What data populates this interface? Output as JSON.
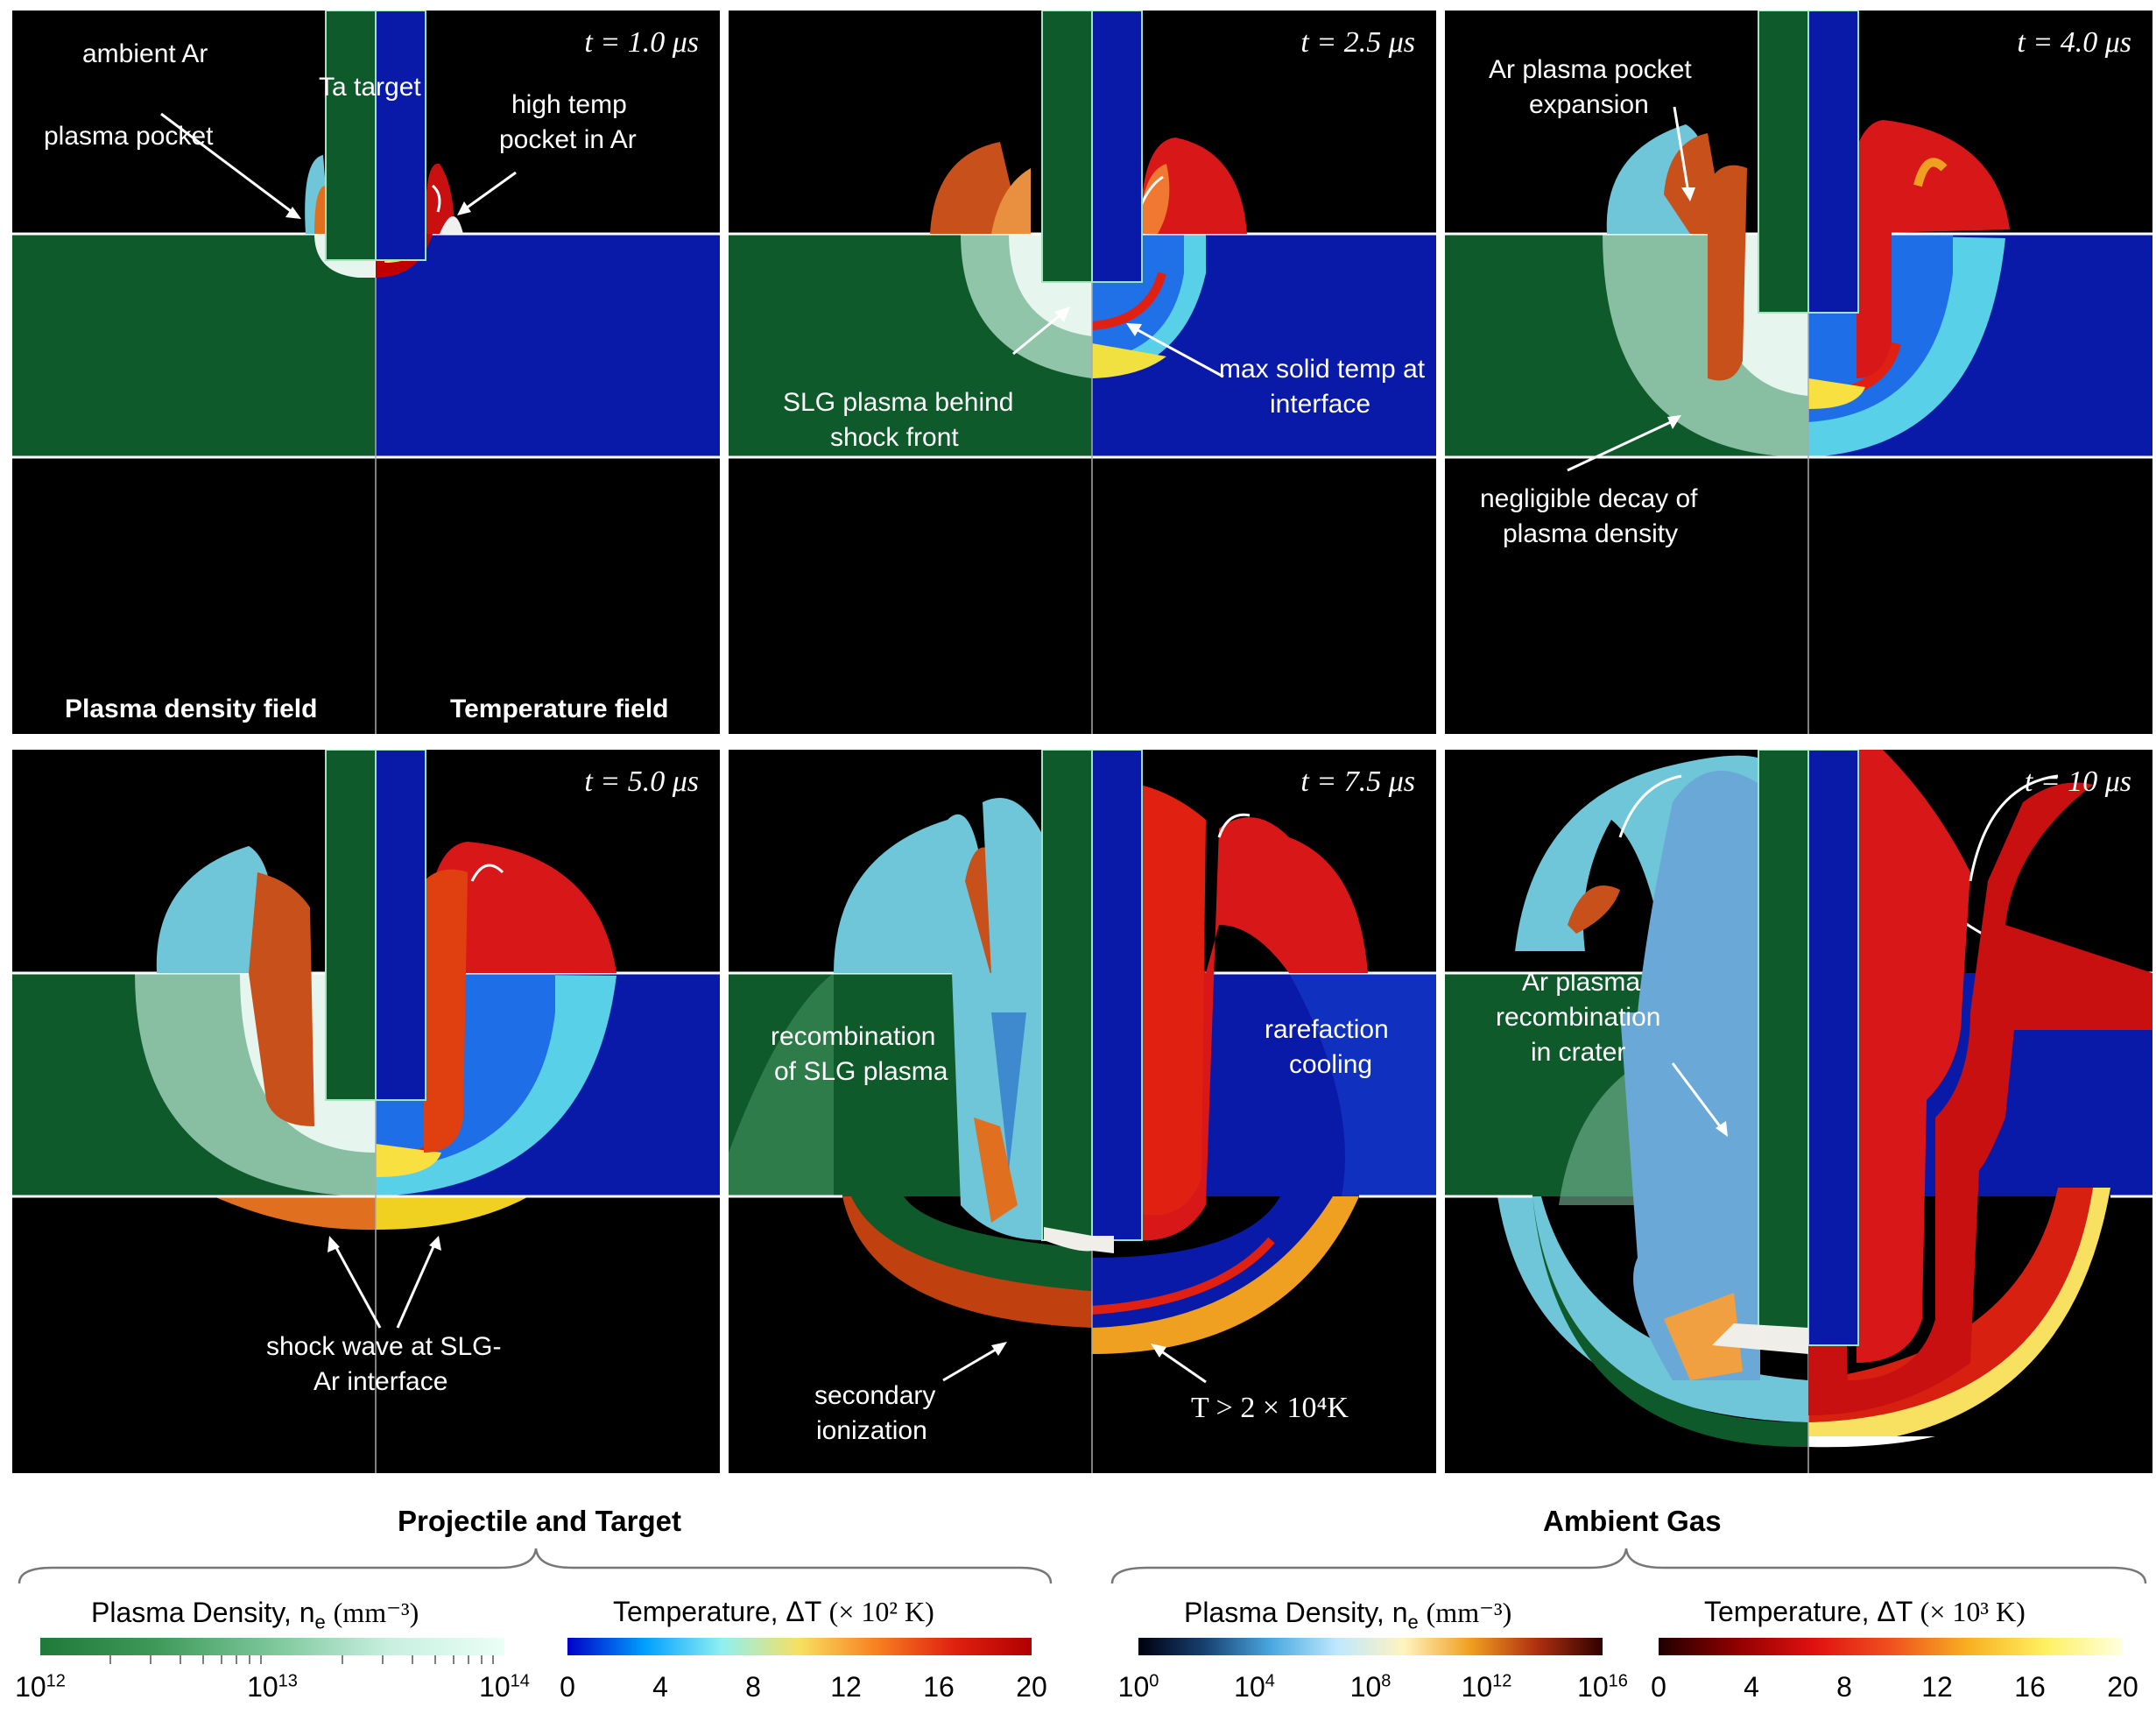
{
  "panels": [
    {
      "time": "t = 1.0 μs",
      "annotations": {
        "ambient": "ambient Ar",
        "target": "Ta target",
        "plasma_pocket": "plasma pocket",
        "high_temp_1": "high temp",
        "high_temp_2": "pocket in Ar",
        "density_field": "Plasma density field",
        "temperature_field": "Temperature field"
      }
    },
    {
      "time": "t = 2.5 μs",
      "annotations": {
        "slg_1": "SLG plasma behind",
        "slg_2": "shock front",
        "max_1": "max solid temp at",
        "max_2": "interface"
      }
    },
    {
      "time": "t = 4.0 μs",
      "annotations": {
        "exp_1": "Ar plasma pocket",
        "exp_2": "expansion",
        "decay_1": "negligible decay of",
        "decay_2": "plasma density"
      }
    },
    {
      "time": "t = 5.0 μs",
      "annotations": {
        "shock_1": "shock wave at SLG-",
        "shock_2": "Ar interface"
      }
    },
    {
      "time": "t = 7.5 μs",
      "annotations": {
        "recomb_1": "recombination",
        "recomb_2": "of SLG plasma",
        "rare_1": "rarefaction",
        "rare_2": "cooling",
        "sec_1": "secondary",
        "sec_2": "ionization",
        "temp": "T > 2 × 10⁴K"
      }
    },
    {
      "time": "t = 10 μs",
      "annotations": {
        "ar_1": "Ar plasma",
        "ar_2": "recombination",
        "ar_3": "in crater"
      }
    }
  ],
  "legend": {
    "group_left": "Projectile and Target",
    "group_right": "Ambient Gas",
    "colorbars": [
      {
        "title": "Plasma Density, n",
        "subscript": "e",
        "unit": "(mm⁻³)",
        "ticks": [
          [
            "10",
            "12"
          ],
          [
            "10",
            "13"
          ],
          [
            "10",
            "14"
          ]
        ],
        "colors": [
          "#1f7a3a",
          "#3f9a5a",
          "#7cc79a",
          "#c8efe0",
          "#eafff6"
        ]
      },
      {
        "title": "Temperature, ΔT",
        "unit": "(× 10² K)",
        "ticks": [
          "0",
          "4",
          "8",
          "12",
          "16",
          "20"
        ],
        "colors": [
          "#0000c8",
          "#00a0ff",
          "#8ff0f0",
          "#f8e060",
          "#f88020",
          "#e02010",
          "#b00000"
        ]
      },
      {
        "title": "Plasma Density, n",
        "subscript": "e",
        "unit": "(mm⁻³)",
        "ticks": [
          [
            "10",
            "0"
          ],
          [
            "10",
            "4"
          ],
          [
            "10",
            "8"
          ],
          [
            "10",
            "12"
          ],
          [
            "10",
            "16"
          ]
        ],
        "colors": [
          "#000010",
          "#184070",
          "#4aa8e0",
          "#bfe8ff",
          "#fff4c0",
          "#f0a020",
          "#b03010",
          "#300000"
        ]
      },
      {
        "title": "Temperature, ΔT",
        "unit": "(× 10³ K)",
        "ticks": [
          "0",
          "4",
          "8",
          "12",
          "16",
          "20"
        ],
        "colors": [
          "#200000",
          "#900000",
          "#e01010",
          "#f05020",
          "#f8b020",
          "#fff060",
          "#ffffe0"
        ]
      }
    ]
  }
}
